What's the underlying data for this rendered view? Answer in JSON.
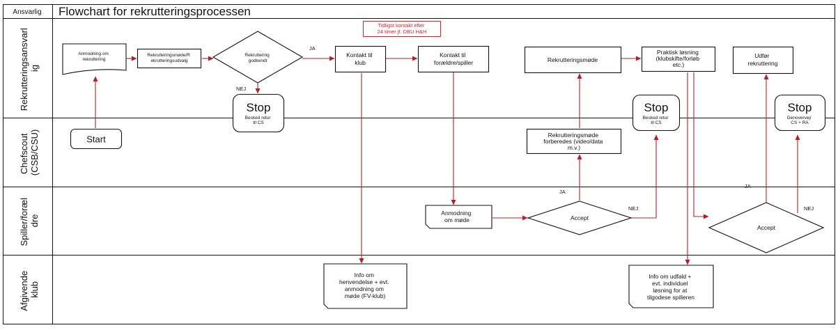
{
  "header": {
    "column_label": "Ansvarlig",
    "title": "Flowchart for rekrutteringsprocessen"
  },
  "lanes": [
    "Rekrutteringsansvarlig",
    "Chefscout (CSB/CSU)",
    "Spiller/forældre",
    "Afgivende klub"
  ],
  "nodes": {
    "anmodning_rekruttering": [
      "Anmodning om",
      "rekruttering"
    ],
    "rekrutteringsmode_udvalg": [
      "Rekrutteringsmøde/R",
      "ekrutteringsudvalg"
    ],
    "rekruttering_godkendt": [
      "Rekruttering",
      "godkendt"
    ],
    "kontakt_klub": [
      "Kontakt til",
      "klub"
    ],
    "kontakt_foraeldre": [
      "Kontakt til",
      "forældre/spiller"
    ],
    "rekrutteringsmode": [
      "Rekrutteringsmøde"
    ],
    "praktisk_losning": [
      "Praktisk løsning",
      "(klubskifte/forløb",
      "etc.)"
    ],
    "udfor_rekruttering": [
      "Udfør",
      "rekruttering"
    ],
    "stop_1": {
      "title": "Stop",
      "sub": [
        "Besked retur",
        "til CS"
      ]
    },
    "stop_2": {
      "title": "Stop",
      "sub": [
        "Besked retur",
        "til CS"
      ]
    },
    "stop_3": {
      "title": "Stop",
      "sub": [
        "Genovervej/",
        "CS + RA"
      ]
    },
    "start": "Start",
    "mode_forberedes": [
      "Rekrutteringsmøde",
      "forberedes (video/data",
      "m.v.)"
    ],
    "anmodning_mode": [
      "Anmodning",
      "om møde"
    ],
    "accept_1": "Accept",
    "accept_2": "Accept",
    "info_henvendelse": [
      "Info om",
      "henvendelse + evt.",
      "anmodning om",
      "møde (FV-klub)"
    ],
    "info_udfald": [
      "Info om udfald +",
      "evt. individuel",
      "løsning for at",
      "tilgodese spilleren"
    ]
  },
  "note": [
    "Tidligst kontakt efter",
    "24 timer jf. DBU H&H"
  ],
  "edge_labels": {
    "ja_1": "JA",
    "nej_1": "NEJ",
    "ja_2": "JA",
    "nej_2": "NEJ",
    "ja_3": "JA",
    "nej_3": "NEJ"
  },
  "colors": {
    "arrow": "#b51f24",
    "note": "#e31b23",
    "line": "#111111"
  }
}
